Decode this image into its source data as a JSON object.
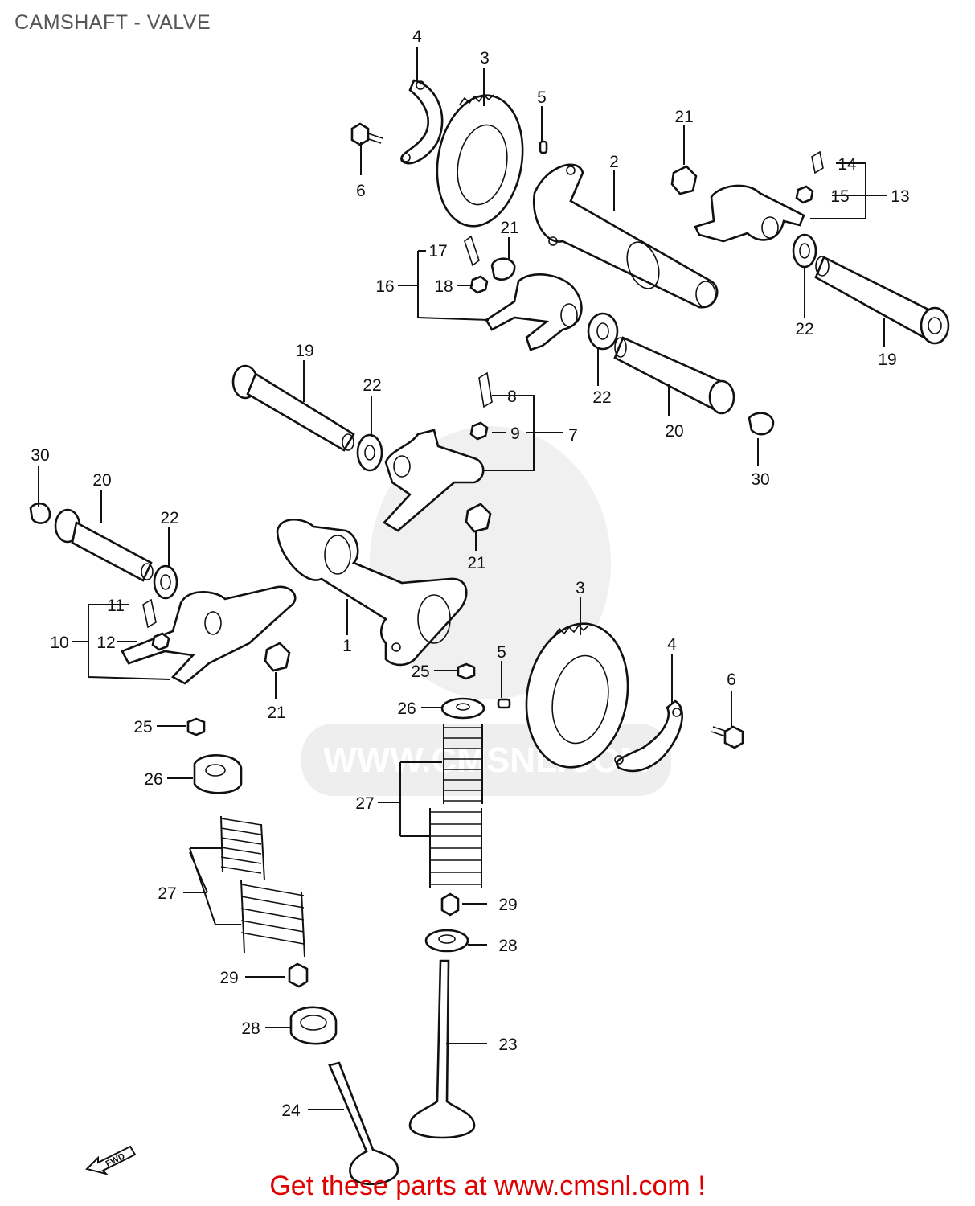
{
  "title": "CAMSHAFT - VALVE",
  "footer": "Get these parts at www.cmsnl.com !",
  "fwd_label": "FWD",
  "watermark": "WWW.CMSNL.COM",
  "colors": {
    "footer": "#e00000",
    "lines": "#111111",
    "watermark": "#e3e3e3"
  },
  "callouts": [
    {
      "id": "c4a",
      "text": "4"
    },
    {
      "id": "c3a",
      "text": "3"
    },
    {
      "id": "c5a",
      "text": "5"
    },
    {
      "id": "c6a",
      "text": "6"
    },
    {
      "id": "c2",
      "text": "2"
    },
    {
      "id": "c21a",
      "text": "21"
    },
    {
      "id": "c14",
      "text": "14"
    },
    {
      "id": "c15",
      "text": "15"
    },
    {
      "id": "c13",
      "text": "13"
    },
    {
      "id": "c21b",
      "text": "21"
    },
    {
      "id": "c17",
      "text": "17"
    },
    {
      "id": "c16",
      "text": "16"
    },
    {
      "id": "c18",
      "text": "18"
    },
    {
      "id": "c22a",
      "text": "22"
    },
    {
      "id": "c19a",
      "text": "19"
    },
    {
      "id": "c19b",
      "text": "19"
    },
    {
      "id": "c22b",
      "text": "22"
    },
    {
      "id": "c22c",
      "text": "22"
    },
    {
      "id": "c8",
      "text": "8"
    },
    {
      "id": "c9",
      "text": "9"
    },
    {
      "id": "c7",
      "text": "7"
    },
    {
      "id": "c20a",
      "text": "20"
    },
    {
      "id": "c30a",
      "text": "30"
    },
    {
      "id": "c30b",
      "text": "30"
    },
    {
      "id": "c20b",
      "text": "20"
    },
    {
      "id": "c22d",
      "text": "22"
    },
    {
      "id": "c21c",
      "text": "21"
    },
    {
      "id": "c11",
      "text": "11"
    },
    {
      "id": "c10",
      "text": "10"
    },
    {
      "id": "c12",
      "text": "12"
    },
    {
      "id": "c1",
      "text": "1"
    },
    {
      "id": "c21d",
      "text": "21"
    },
    {
      "id": "c3b",
      "text": "3"
    },
    {
      "id": "c4b",
      "text": "4"
    },
    {
      "id": "c5b",
      "text": "5"
    },
    {
      "id": "c6b",
      "text": "6"
    },
    {
      "id": "c25a",
      "text": "25"
    },
    {
      "id": "c26a",
      "text": "26"
    },
    {
      "id": "c25b",
      "text": "25"
    },
    {
      "id": "c26b",
      "text": "26"
    },
    {
      "id": "c27a",
      "text": "27"
    },
    {
      "id": "c27b",
      "text": "27"
    },
    {
      "id": "c29a",
      "text": "29"
    },
    {
      "id": "c28a",
      "text": "28"
    },
    {
      "id": "c29b",
      "text": "29"
    },
    {
      "id": "c28b",
      "text": "28"
    },
    {
      "id": "c23",
      "text": "23"
    },
    {
      "id": "c24",
      "text": "24"
    }
  ]
}
